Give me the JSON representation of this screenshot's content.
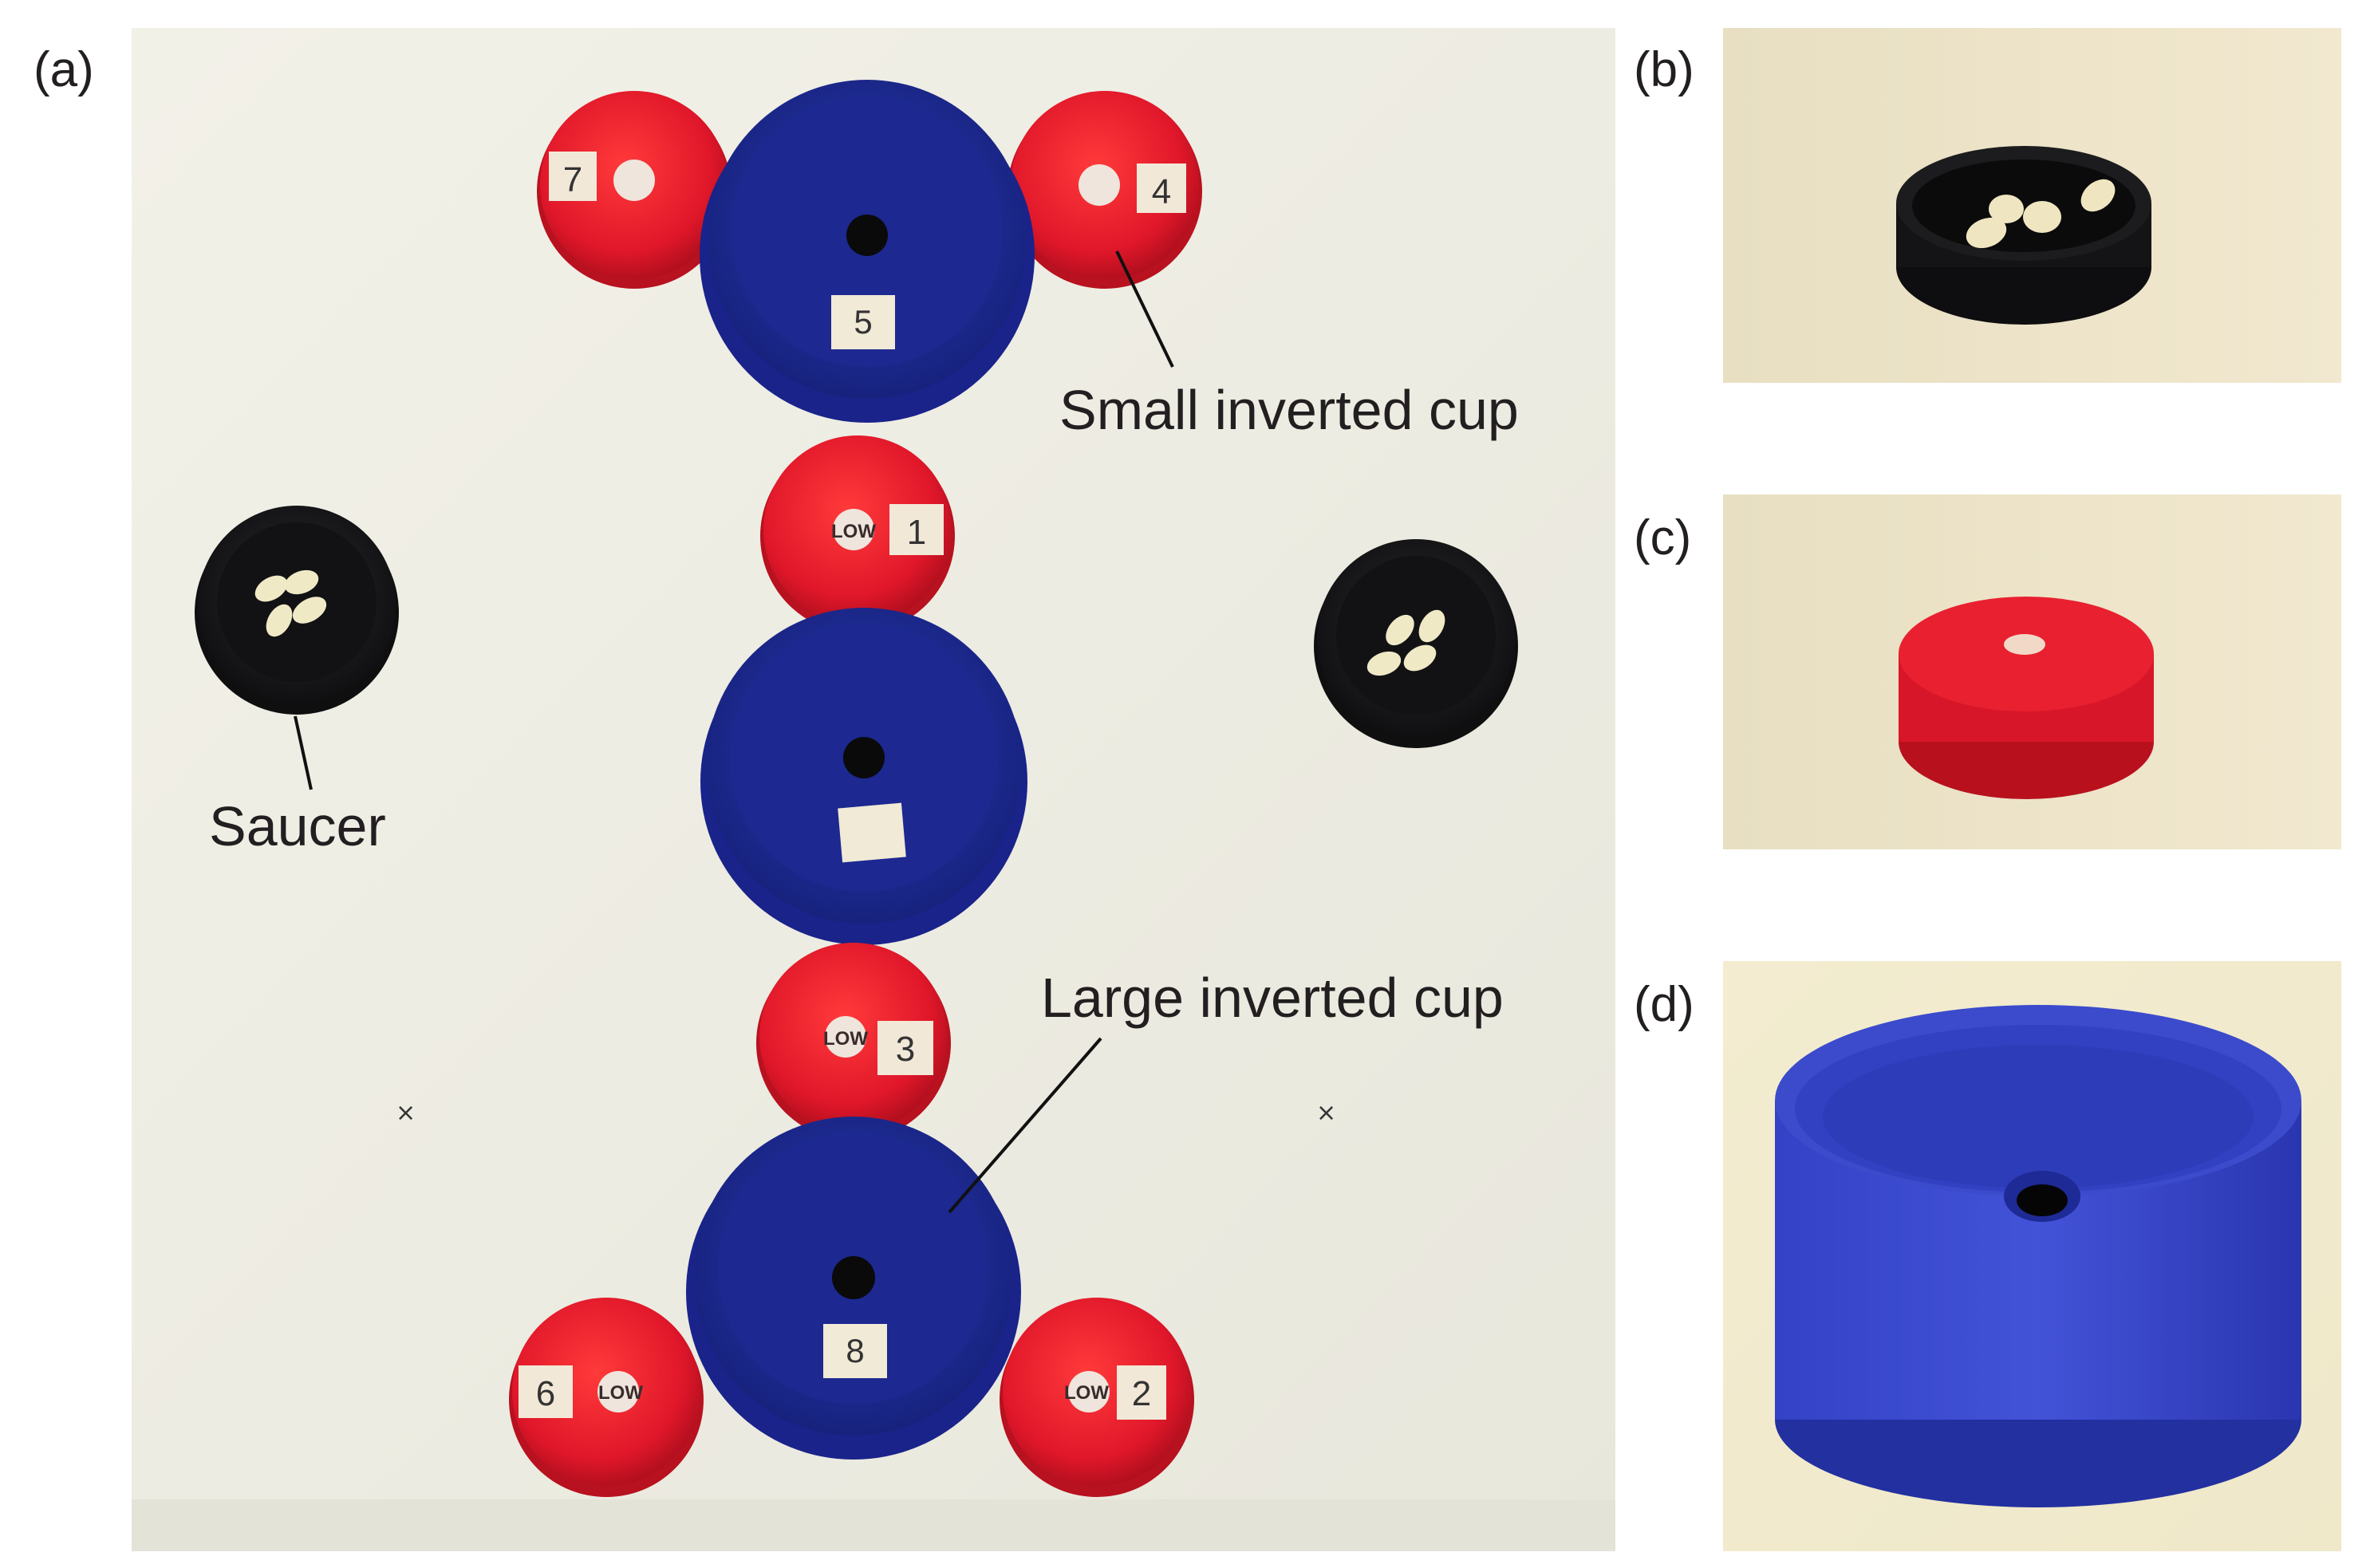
{
  "panels": {
    "a": {
      "label": "(a)"
    },
    "b": {
      "label": "(b)"
    },
    "c": {
      "label": "(c)"
    },
    "d": {
      "label": "(d)"
    }
  },
  "callouts": {
    "small_cup": "Small inverted cup",
    "large_cup": "Large inverted cup",
    "saucer": "Saucer"
  },
  "red_cup_tags": {
    "cup7": "7",
    "cup4": "4",
    "cup1": "1",
    "cup3": "3",
    "cup6": "6",
    "cup2": "2",
    "low": "LOW"
  },
  "blue_cup_tags": {
    "top": "5",
    "middle": "",
    "bottom": "8"
  },
  "colors": {
    "board": "#efeee4",
    "red_cup": "#e11c2b",
    "blue_cup": "#2a36b0",
    "saucer": "#1b1b1d",
    "beans": "#efe9c6",
    "photo_bg": "#ece2c6"
  }
}
